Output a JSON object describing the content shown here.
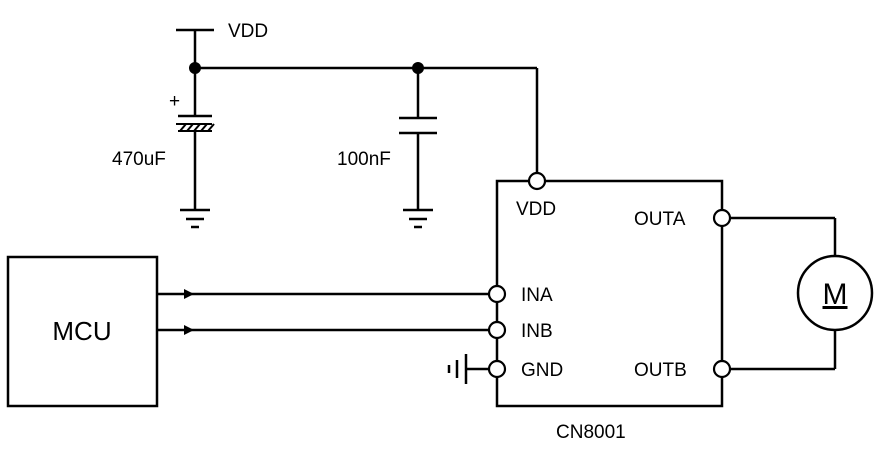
{
  "power": {
    "vdd_label": "VDD"
  },
  "capacitors": {
    "bulk": {
      "label": "470uF",
      "polarity": "+"
    },
    "decoupling": {
      "label": "100nF"
    }
  },
  "mcu": {
    "label": "MCU"
  },
  "driver": {
    "part_number": "CN8001",
    "pins": {
      "vdd": "VDD",
      "ina": "INA",
      "inb": "INB",
      "gnd": "GND",
      "outa": "OUTA",
      "outb": "OUTB"
    }
  },
  "motor": {
    "label": "M"
  }
}
